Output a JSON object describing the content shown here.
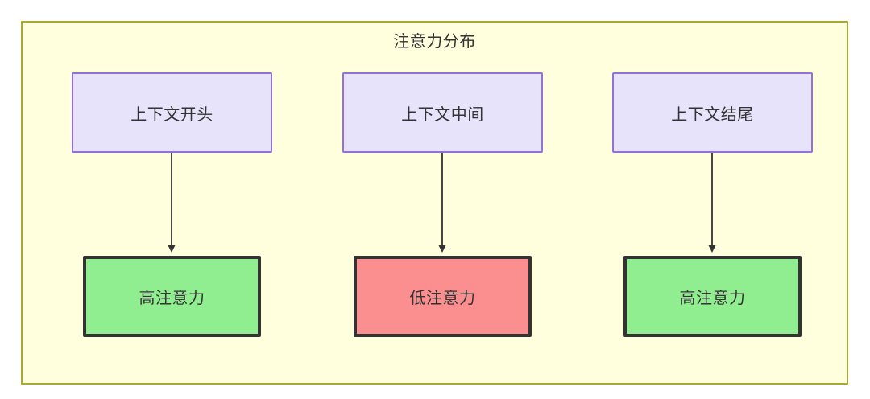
{
  "diagram": {
    "title": "注意力分布",
    "background_color": "#ffffdd",
    "border_color": "#aaaa33",
    "text_color": "#333333",
    "context_node_fill": "#e6e3fb",
    "context_node_border": "#9370db",
    "high_attention_fill": "#90ee90",
    "low_attention_fill": "#fb8f8f",
    "strong_node_border": "#333333",
    "edge_color": "#333333",
    "nodes": {
      "context_start": {
        "label": "上下文开头"
      },
      "context_middle": {
        "label": "上下文中间"
      },
      "context_end": {
        "label": "上下文结尾"
      },
      "attention_start": {
        "label": "高注意力"
      },
      "attention_middle": {
        "label": "低注意力"
      },
      "attention_end": {
        "label": "高注意力"
      }
    }
  }
}
